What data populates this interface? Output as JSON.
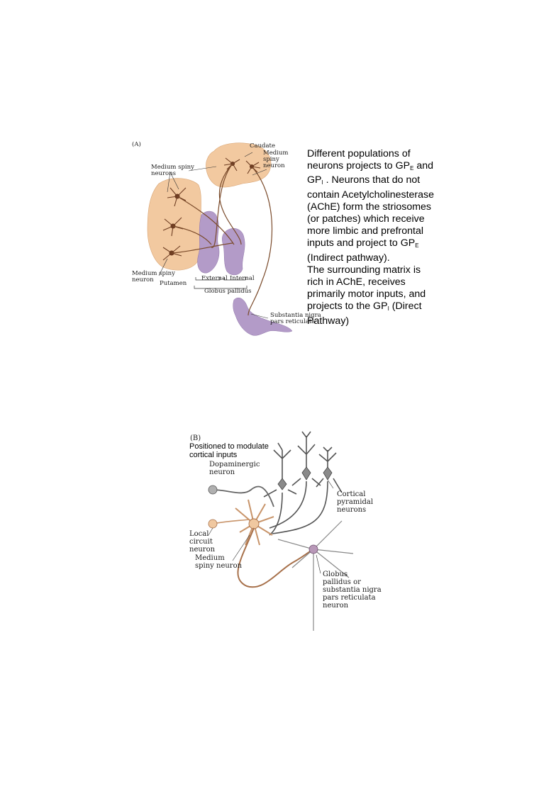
{
  "figure_a": {
    "panel_label": "(A)",
    "labels": {
      "caudate": "Caudate",
      "medium_spiny_neuron_top": "Medium\nspiny\nneuron",
      "medium_spiny_neurons": "Medium spiny\nneurons",
      "medium_spiny_neuron_left": "Medium spiny\nneuron",
      "putamen": "Putamen",
      "external": "External",
      "internal": "Internal",
      "globus_pallidus": "Globus pallidus",
      "substantia_nigra": "Substantia nigra\npars reticulata"
    },
    "colors": {
      "striatum": "#f2c9a0",
      "pallidum": "#b39bc8",
      "neuron": "#7a4a2a"
    }
  },
  "description": {
    "para1": "Different populations of neurons projects to GP",
    "sub1": "E",
    "para1b": " and GP",
    "sub2": "I",
    "para1c": " . Neurons that do not contain Acetylcholinesterase (AChE) form the striosomes (or patches) which receive more limbic and prefrontal inputs and project to GP",
    "sub3": "E",
    "para1d": " (Indirect pathway).",
    "para2": "The surrounding matrix is rich in AChE, receives primarily motor inputs, and projects to the GP",
    "sub4": "I",
    "para2b": " (Direct Pathway)"
  },
  "figure_b": {
    "panel_label": "(B)",
    "caption": "Positioned to modulate\ncortical inputs",
    "labels": {
      "dopaminergic": "Dopaminergic\nneuron",
      "cortical": "Cortical\npyramidal\nneurons",
      "local_circuit": "Local\ncircuit\nneuron",
      "medium_spiny": "Medium\nspiny neuron",
      "globus": "Globus\npallidus or\nsubstantia nigra\npars reticulata\nneuron"
    }
  }
}
